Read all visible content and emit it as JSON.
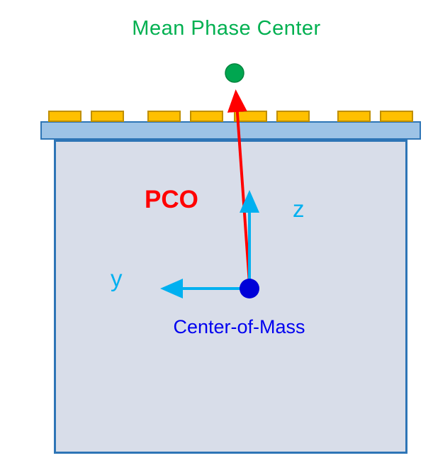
{
  "labels": {
    "mean_phase_center": "Mean Phase Center",
    "pco": "PCO",
    "z_axis": "z",
    "y_axis": "y",
    "center_of_mass": "Center-of-Mass"
  },
  "icons": {
    "mean_phase_center_dot": "green-dot",
    "center_of_mass_dot": "blue-dot",
    "pco_arrow": "red-arrow-up",
    "z_axis_arrow": "cyan-arrow-up",
    "y_axis_arrow": "cyan-arrow-left"
  },
  "colors": {
    "title_green": "#00B050",
    "mpc_dot_green": "#00A650",
    "mpc_dot_border": "#00843D",
    "pco_red": "#FF0000",
    "axis_cyan": "#00B0F0",
    "com_blue_dot": "#0000D8",
    "com_blue_text": "#0000F0",
    "body_fill": "#D8DDE9",
    "body_border": "#2E75B6",
    "panel_fill": "#9DC3E6",
    "panel_border": "#2E75B6",
    "patch_fill": "#FFC000",
    "patch_border": "#BF8F00"
  }
}
